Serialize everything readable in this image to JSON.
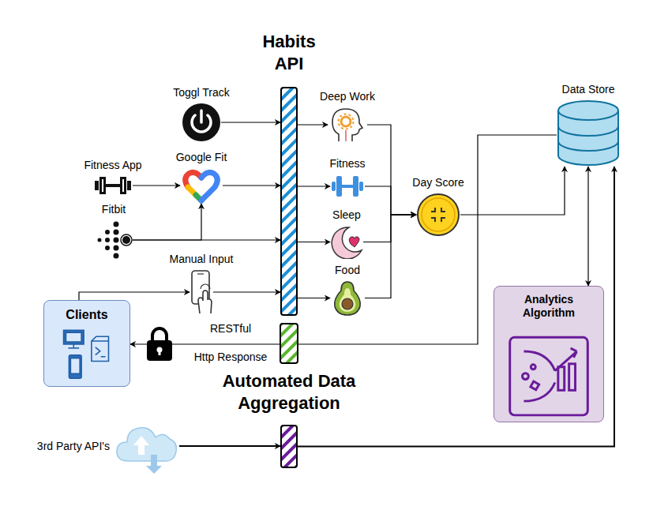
{
  "diagram": {
    "nodes": [
      {
        "text": [
          "Habits API"
        ]
      },
      {
        "text": [
          "Toggl Track"
        ]
      },
      {
        "text": [
          "Deep Work"
        ]
      },
      {
        "text": [
          "Data Store"
        ]
      },
      {
        "text": [
          "Fitness App"
        ]
      },
      {
        "text": [
          "Google Fit"
        ]
      },
      {
        "text": [
          "Fitness"
        ]
      },
      {
        "text": [
          "Day Score"
        ]
      },
      {
        "text": [
          "Fitbit"
        ]
      },
      {
        "text": [
          "Sleep"
        ]
      },
      {
        "text": [
          "Manual Input"
        ]
      },
      {
        "text": [
          "Food"
        ]
      },
      {
        "text": [
          "Analytics Algorithm"
        ]
      },
      {
        "text": [
          "Clients"
        ]
      },
      {
        "text": [
          "Automated Data Aggregation"
        ]
      },
      {
        "text": [
          "3rd Party API's"
        ]
      }
    ],
    "edges": [
      {
        "from": 1,
        "to": 0,
        "arrow": "to"
      },
      {
        "from": 4,
        "to": 5,
        "arrow": "to"
      },
      {
        "from": 5,
        "to": 0,
        "arrow": "to"
      },
      {
        "from": 8,
        "to": 5,
        "arrow": "to"
      },
      {
        "from": 8,
        "to": 0,
        "arrow": "to"
      },
      {
        "from": 10,
        "to": 0,
        "arrow": "to"
      },
      {
        "from": 13,
        "to": 10,
        "arrow": "to"
      },
      {
        "from": 0,
        "to": 2,
        "arrow": "to"
      },
      {
        "from": 0,
        "to": 6,
        "arrow": "to"
      },
      {
        "from": 0,
        "to": 9,
        "arrow": "to"
      },
      {
        "from": 0,
        "to": 11,
        "arrow": "to"
      },
      {
        "from": 2,
        "to": 7,
        "arrow": "to"
      },
      {
        "from": 6,
        "to": 7,
        "arrow": "to"
      },
      {
        "from": 9,
        "to": 7,
        "arrow": "to"
      },
      {
        "from": 11,
        "to": 7,
        "arrow": "to"
      },
      {
        "from": 7,
        "to": 3,
        "arrow": "to"
      },
      {
        "from": 3,
        "to": 12,
        "arrow": "both"
      },
      {
        "from": 3,
        "to": 13,
        "arrow": "to"
      },
      {
        "from": 15,
        "to": 14,
        "arrow": "to"
      },
      {
        "from": 14,
        "to": 3,
        "arrow": "to"
      }
    ],
    "labels": [
      "RESTful",
      "Http Response"
    ]
  }
}
